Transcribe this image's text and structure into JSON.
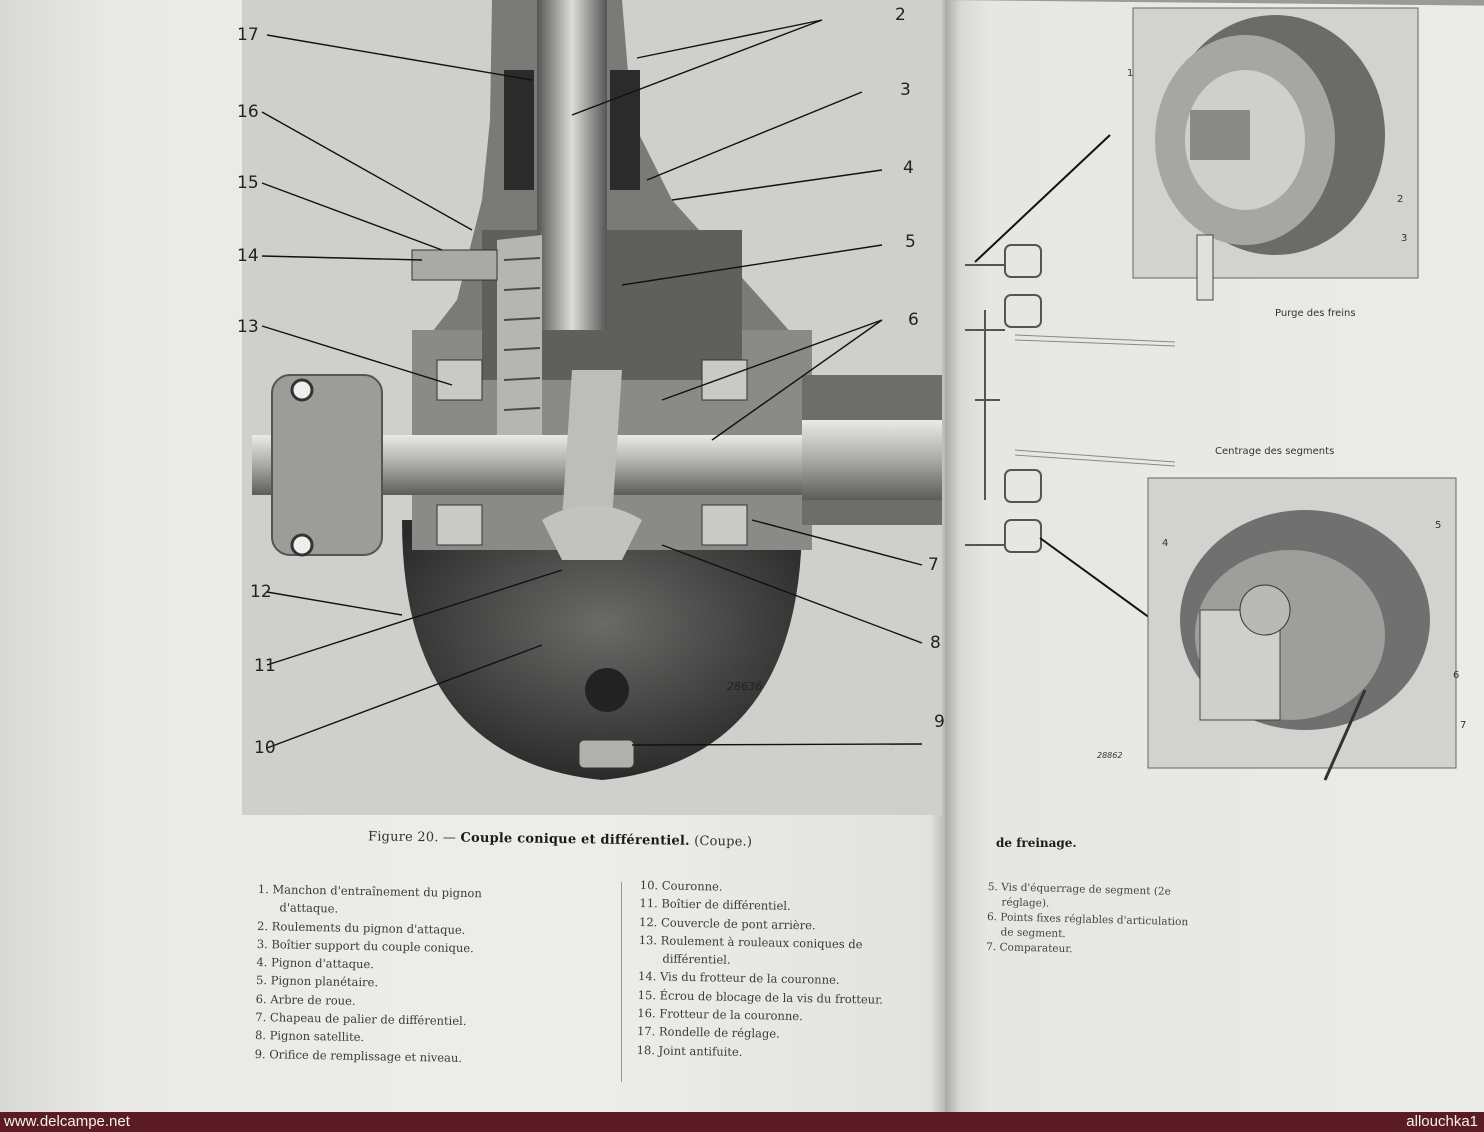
{
  "figure": {
    "caption_prefix": "Figure 20. —",
    "caption_bold": "Couple conique et différentiel.",
    "caption_suffix": "(Coupe.)",
    "drawing_ref": "28636",
    "callouts": [
      "2",
      "17",
      "3",
      "16",
      "4",
      "15",
      "5",
      "14",
      "13",
      "6",
      "7",
      "12",
      "8",
      "11",
      "9",
      "10"
    ]
  },
  "legend_left": [
    "1. Manchon d'entraînement du pignon",
    "d'attaque.",
    "2. Roulements du pignon d'attaque.",
    "3. Boîtier support du couple conique.",
    "4. Pignon d'attaque.",
    "5. Pignon planétaire.",
    "6. Arbre de roue.",
    "7. Chapeau de palier de différentiel.",
    "8. Pignon satellite.",
    "9. Orifice de remplissage et niveau."
  ],
  "legend_middle": [
    "10. Couronne.",
    "11. Boîtier de différentiel.",
    "12. Couvercle de pont arrière.",
    "13. Roulement à rouleaux coniques de",
    "différentiel.",
    "14. Vis du frotteur de la couronne.",
    "15. Écrou de blocage de la vis du frotteur.",
    "16. Frotteur de la couronne.",
    "17. Rondelle de réglage.",
    "18. Joint antifuite."
  ],
  "right_page": {
    "label_top": "Purge des freins",
    "label_mid": "Centrage des segments",
    "caption": "de freinage.",
    "drawing_ref": "28862",
    "top_nums": [
      "1",
      "2",
      "3"
    ],
    "bottom_nums": [
      "4",
      "5",
      "6",
      "7"
    ],
    "legend": [
      "5. Vis d'équerrage de segment (2e",
      "réglage).",
      "6. Points fixes réglables d'articulation",
      "de segment.",
      "7. Comparateur."
    ]
  },
  "watermarks": {
    "left": "www.delcampe.net",
    "right": "allouchka1"
  }
}
